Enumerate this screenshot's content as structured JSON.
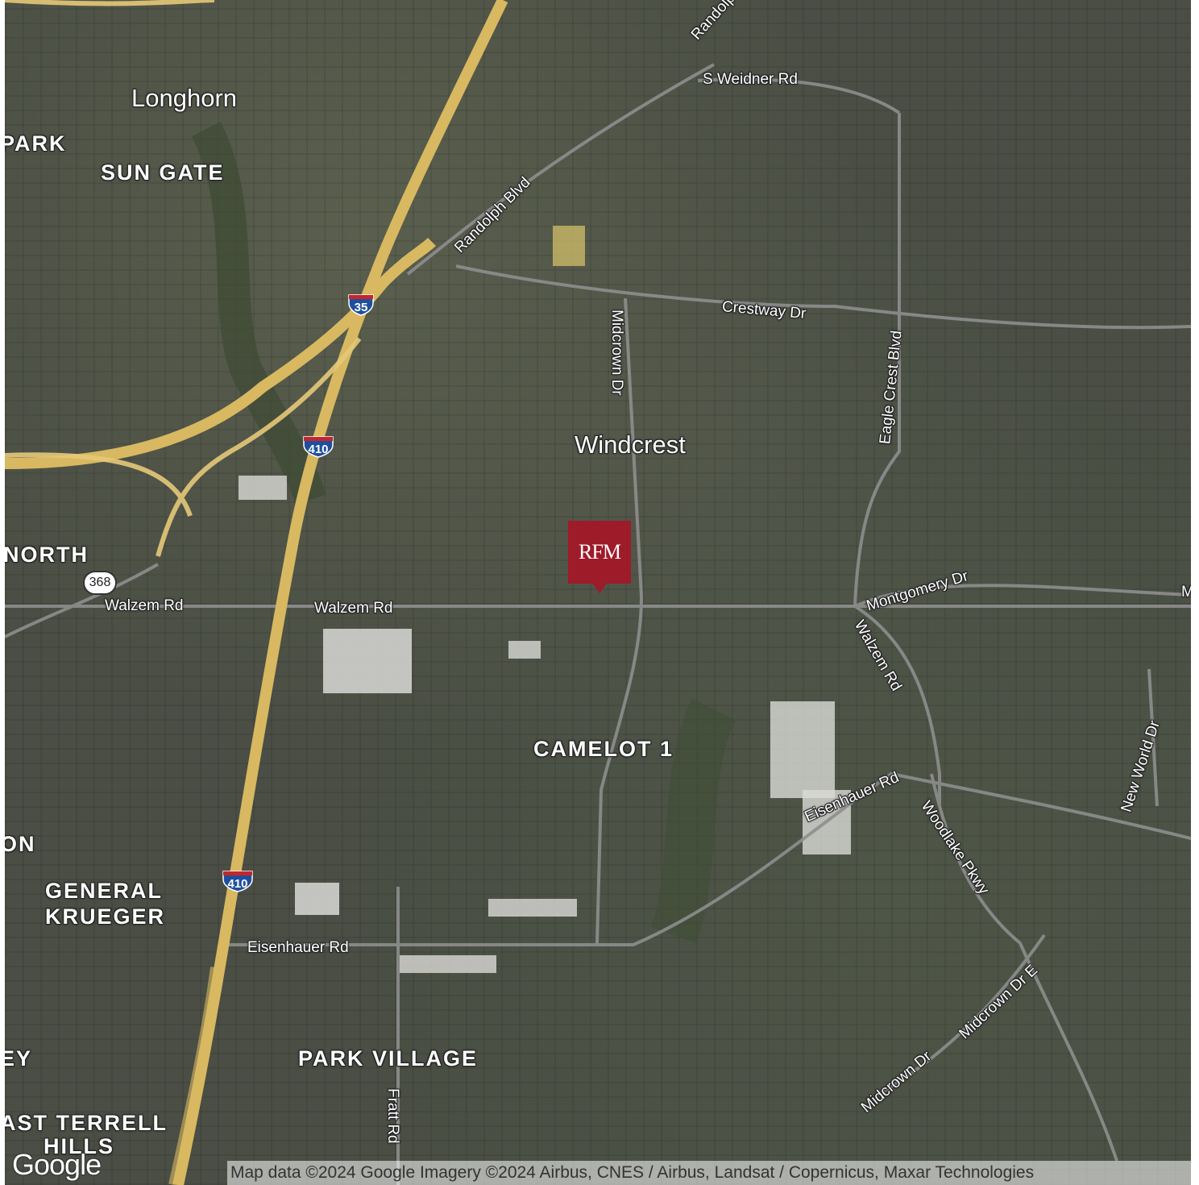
{
  "map": {
    "type": "satellite",
    "places": {
      "longhorn": "Longhorn",
      "windcrest": "Windcrest"
    },
    "neighborhoods": {
      "park": "PARK",
      "sun_gate": "SUN GATE",
      "north": "NORTH",
      "camelot": "CAMELOT 1",
      "on": "ON",
      "general_krueger_1": "GENERAL",
      "general_krueger_2": "KRUEGER",
      "ey": "EY",
      "park_village": "PARK VILLAGE",
      "terrell_1": "AST TERRELL",
      "terrell_2": "HILLS"
    },
    "roads": {
      "randolph_top": "Randolp",
      "weidner": "S Weidner Rd",
      "randolph_blvd": "Randolph Blvd",
      "crestway": "Crestway Dr",
      "midcrown_dr": "Midcrown Dr",
      "eagle_crest": "Eagle Crest Blvd",
      "montgomery": "Montgomery Dr",
      "walzem_west": "Walzem Rd",
      "walzem_mid": "Walzem Rd",
      "walzem_diag": "Walzem Rd",
      "new_world": "New World Dr",
      "eisenhauer_east": "Eisenhauer Rd",
      "woodlake": "Woodlake Pkwy",
      "eisenhauer_west": "Eisenhauer Rd",
      "midcrown_e": "Midcrown Dr E",
      "midcrown_south": "Midcrown Dr",
      "fratt": "Fratt Rd",
      "edge_m": "M"
    },
    "shields": {
      "i35": "35",
      "i410_north": "410",
      "i410_south": "410",
      "sh368": "368"
    },
    "marker": {
      "label": "RFM",
      "color": "#9e1b2a"
    },
    "colors": {
      "interstate": "#d8b860",
      "road": "#8e8e8e",
      "shield_blue": "#1f4f9c",
      "shield_red": "#c8242c"
    }
  },
  "footer": {
    "logo": "Google",
    "attribution": "Map data ©2024 Google Imagery ©2024 Airbus, CNES / Airbus, Landsat / Copernicus, Maxar Technologies"
  }
}
